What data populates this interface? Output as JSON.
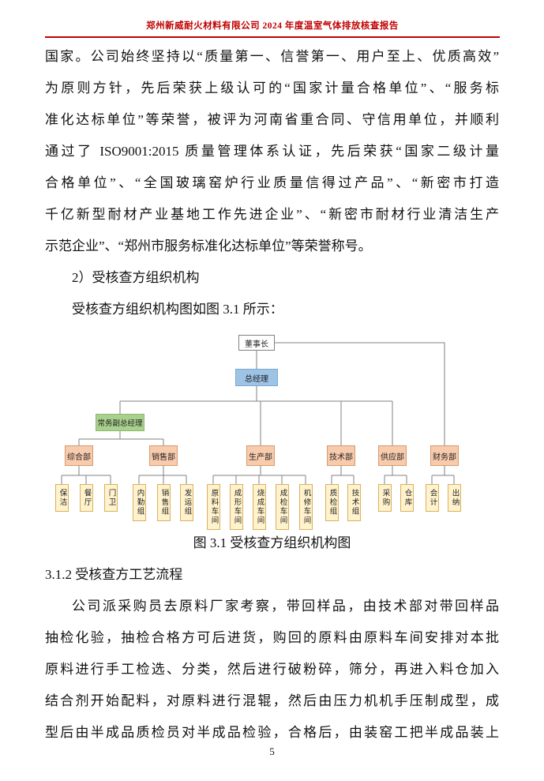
{
  "header": {
    "title": "郑州新威耐火材料有限公司 2024 年度温室气体排放核查报告"
  },
  "body": {
    "paragraph1_lines": [
      "国家。公司始终坚持以“质量第一、信誉第一、用户至上、优质高效”",
      "为原则方针，先后荣获上级认可的“国家计量合格单位”、“服务标",
      "准化达标单位”等荣誉，被评为河南省重合同、守信用单位，并顺利",
      "通过了 ISO9001:2015 质量管理体系认证，先后荣获“国家二级计量",
      "合格单位”、“全国玻璃窑炉行业质量信得过产品”、“新密市打造",
      "千亿新型耐材产业基地工作先进企业”、“新密市耐材行业清洁生产",
      "示范企业”、“郑州市服务标准化达标单位”等荣誉称号。"
    ],
    "heading_org": "2）受核查方组织机构",
    "org_intro": "受核查方组织机构图如图 3.1 所示：",
    "figure_caption": "图 3.1 受核查方组织机构图",
    "heading_process": "3.1.2 受核查方工艺流程",
    "paragraph2_lines": [
      "公司派采购员去原料厂家考察，带回样品，由技术部对带回样品",
      "抽检化验，抽检合格方可后进货，购回的原料由原料车间安排对本批",
      "原料进行手工检选、分类，然后进行破粉碎，筛分，再进入料仓加入",
      "结合剂开始配料，对原料进行混辊，然后由压力机机手压制成型，成",
      "型后由半成品质检员对半成品检验，合格后，由装窑工把半成品装上"
    ],
    "page_number": "5"
  },
  "orgchart": {
    "chairman": "董事长",
    "general_manager": "总经理",
    "deputy_general_manager": "常务副总经理",
    "departments": [
      {
        "label": "综合部",
        "children": [
          "保洁",
          "餐厅",
          "门卫"
        ]
      },
      {
        "label": "销售部",
        "children": [
          "内勤组",
          "销售组",
          "发运组"
        ]
      },
      {
        "label": "生产部",
        "children": [
          "原料车间",
          "成形车间",
          "烧成车间",
          "成检车间",
          "机修车间"
        ]
      },
      {
        "label": "技术部",
        "children": [
          "质检组",
          "技术组"
        ]
      },
      {
        "label": "供应部",
        "children": [
          "采购",
          "仓库"
        ]
      },
      {
        "label": "财务部",
        "children": [
          "会计",
          "出纳"
        ]
      }
    ],
    "colors": {
      "chairman_bg": "#FFFFFF",
      "general_manager_bg": "#9DC3E6",
      "deputy_bg": "#A9D18E",
      "department_bg": "#F8CBAD",
      "sub_bg": "#FFF2CC",
      "connector_line": "#808080",
      "header_red": "#C00000"
    }
  }
}
